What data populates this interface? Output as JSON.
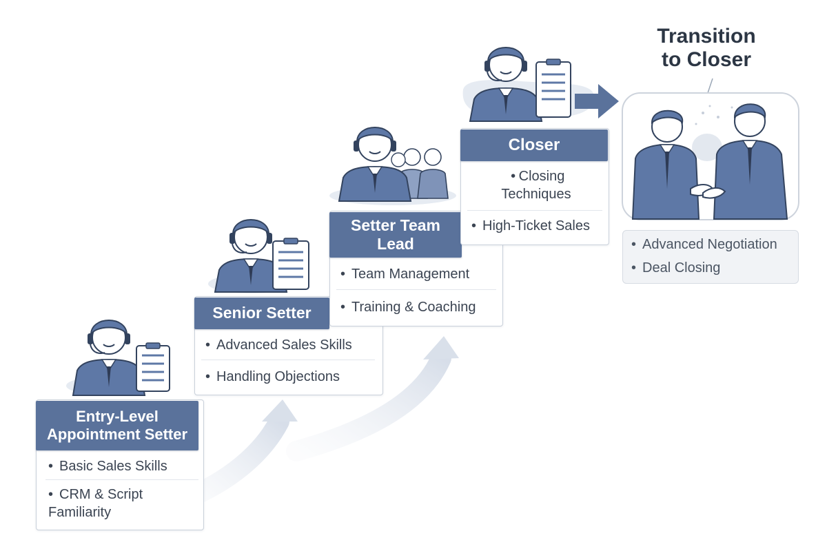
{
  "title": {
    "line1": "Transition",
    "line2": "to Closer"
  },
  "stages": [
    {
      "name": "Entry-Level Appointment Setter",
      "skills": [
        "Basic Sales Skills",
        "CRM & Script Familiarity"
      ]
    },
    {
      "name": "Senior Setter",
      "skills": [
        "Advanced Sales Skills",
        "Handling Objections"
      ]
    },
    {
      "name": "Setter Team Lead",
      "skills": [
        "Team Management",
        "Training & Coaching"
      ]
    },
    {
      "name": "Closer",
      "skills": [
        "Closing Techniques",
        "High-Ticket Sales"
      ]
    }
  ],
  "closer_skills": [
    "Advanced Negotiation",
    "Deal Closing"
  ],
  "icons": [
    "headset-person-icon",
    "clipboard-checklist-icon",
    "team-icon",
    "handshake-icon",
    "right-arrow-icon",
    "curved-progress-arrow-icon"
  ],
  "colors": {
    "header_fill": "#5a729b",
    "figure_fill": "#5e78a6",
    "arrow_fill": "#5a729b",
    "progress_arrow": "#dfe5ee"
  }
}
